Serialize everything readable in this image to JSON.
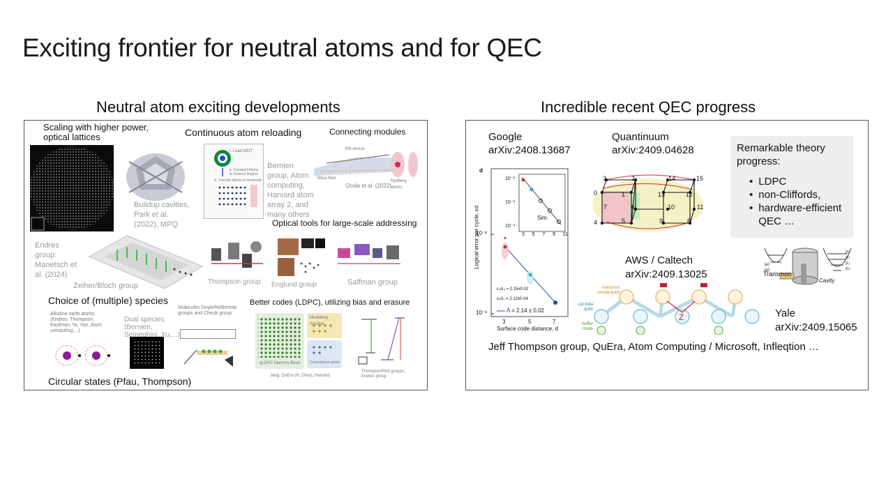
{
  "slide": {
    "title": "Exciting frontier for neutral atoms and for QEC"
  },
  "left_panel": {
    "heading": "Neutral atom exciting developments",
    "labels": {
      "scaling": "Scaling with higher power, optical lattices",
      "continuous": "Continuous atom reloading",
      "connecting": "Connecting modules",
      "buildup": "Buildup cavities, Park et al. (2022), MPQ",
      "bernien": "Bernien group, Atom computing, Harvard atom array 2, and many others",
      "ocola": "Ocola et al. (2022)",
      "optical_tools": "Optical tools for large-scale addressing",
      "endres": "Endres group: Manetsch et al. (2024)",
      "zeiher": "Zeiher/Bloch group",
      "thompson": "Thompson group",
      "englund": "Englund group",
      "saffman": "Saffman group",
      "species": "Choice of (multiple) species",
      "ldpc": "Better codes (LDPC), utilizing bias and erasure",
      "alkaline": "Alkaline earth atoms (Endres, Thompson, Kaufman, Ni, Yao, Atom computing,...)",
      "dual": "Dual species (Bernien, Semeghini, Xu,...)",
      "molecules": "Molecules Doyle/Ni/Bertola groups and Cheuk group",
      "circular": "Circular states (Pfau, Thompson)",
      "jang": "Jang, QuEra (H. Zhou), Harvard",
      "thompson_puri": "Thompson/Puri groups, Endres group",
      "mediating": "Mediating Ancillae",
      "memory": "qLDPC Memory Block",
      "computation": "Computation qubits",
      "mot": "i. Load MOT",
      "transport": "ii. Transport Atoms to Science Region",
      "reservoir": "iii. Transfer Atoms to Reservoir",
      "sin_device": "SiN device",
      "silica": "Silica fiber",
      "rydberg": "Rydberg atoms"
    }
  },
  "right_panel": {
    "heading": "Incredible recent QEC progress",
    "google": {
      "name": "Google",
      "arxiv": "arXiv:2408.13687"
    },
    "quantinuum": {
      "name": "Quantinuum",
      "arxiv": "arXiv:2409.04628"
    },
    "aws": {
      "name": "AWS / Caltech",
      "arxiv": "arXiv:2409.13025"
    },
    "yale": {
      "name": "Yale",
      "arxiv": "arXiv:2409.15065"
    },
    "theory": {
      "title": "Remarkable theory progress:",
      "items": [
        "LDPC",
        "non-Cliffords,",
        "hardware-efficient QEC …"
      ]
    },
    "footer": "Jeff Thompson group, QuEra, Atom Computing / Microsoft, Infleqtion …",
    "google_plot": {
      "panel_letter": "d",
      "ylabel": "Logical error per cycle, εd",
      "xlabel": "Surface code distance, d",
      "xticks": [
        "3",
        "5",
        "7"
      ],
      "yticks": [
        "10⁻²",
        "10⁻³"
      ],
      "inset_yticks": [
        "10⁻²",
        "10⁻³",
        "10⁻⁴"
      ],
      "inset_xticks": [
        "3",
        "5",
        "7",
        "9",
        "11"
      ],
      "inset_legend": "Sim.",
      "fit1": "ε₃/ε₅ = 2.15±0.02",
      "fit2": "ε₅/ε₇ = 2.12±0.04",
      "lambda": "Λ = 2.14 ± 0.02"
    },
    "quantinuum_graph": {
      "nodes": [
        "3",
        "2",
        "14",
        "15",
        "0",
        "1",
        "13",
        "12",
        "7",
        "6",
        "10",
        "11",
        "4",
        "5",
        "9",
        "8"
      ]
    },
    "aws_diagram": {
      "transmon": "transmon ancilla qubit",
      "cat": "cat data qubit",
      "buffer": "buffer mode",
      "z": "Z"
    },
    "yale_diagram": {
      "transmon": "Transmon",
      "cavity": "Cavity",
      "levels": [
        "|3⟩",
        "|2⟩",
        "|1⟩",
        "|0⟩"
      ],
      "e": "|e⟩",
      "g": "|g⟩"
    }
  }
}
